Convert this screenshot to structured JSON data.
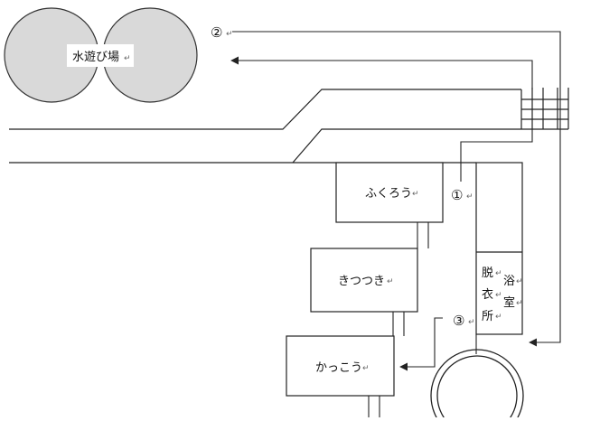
{
  "pool": {
    "label": "水遊び場",
    "return_mark": "↵",
    "fill": "#d9d9d9"
  },
  "rooms": [
    {
      "id": "fukurou",
      "label": "ふくろう"
    },
    {
      "id": "kitsutsuki",
      "label": "きつつき"
    },
    {
      "id": "kakkou",
      "label": "かっこう"
    }
  ],
  "changing_room": {
    "chars": [
      "脱",
      "衣",
      "所"
    ]
  },
  "bath": {
    "chars": [
      "浴",
      "室"
    ]
  },
  "markers": {
    "m1": "①",
    "m2": "②",
    "m3": "③"
  },
  "return_mark": "↵",
  "colors": {
    "line": "#222222",
    "pool": "#d9d9d9"
  }
}
